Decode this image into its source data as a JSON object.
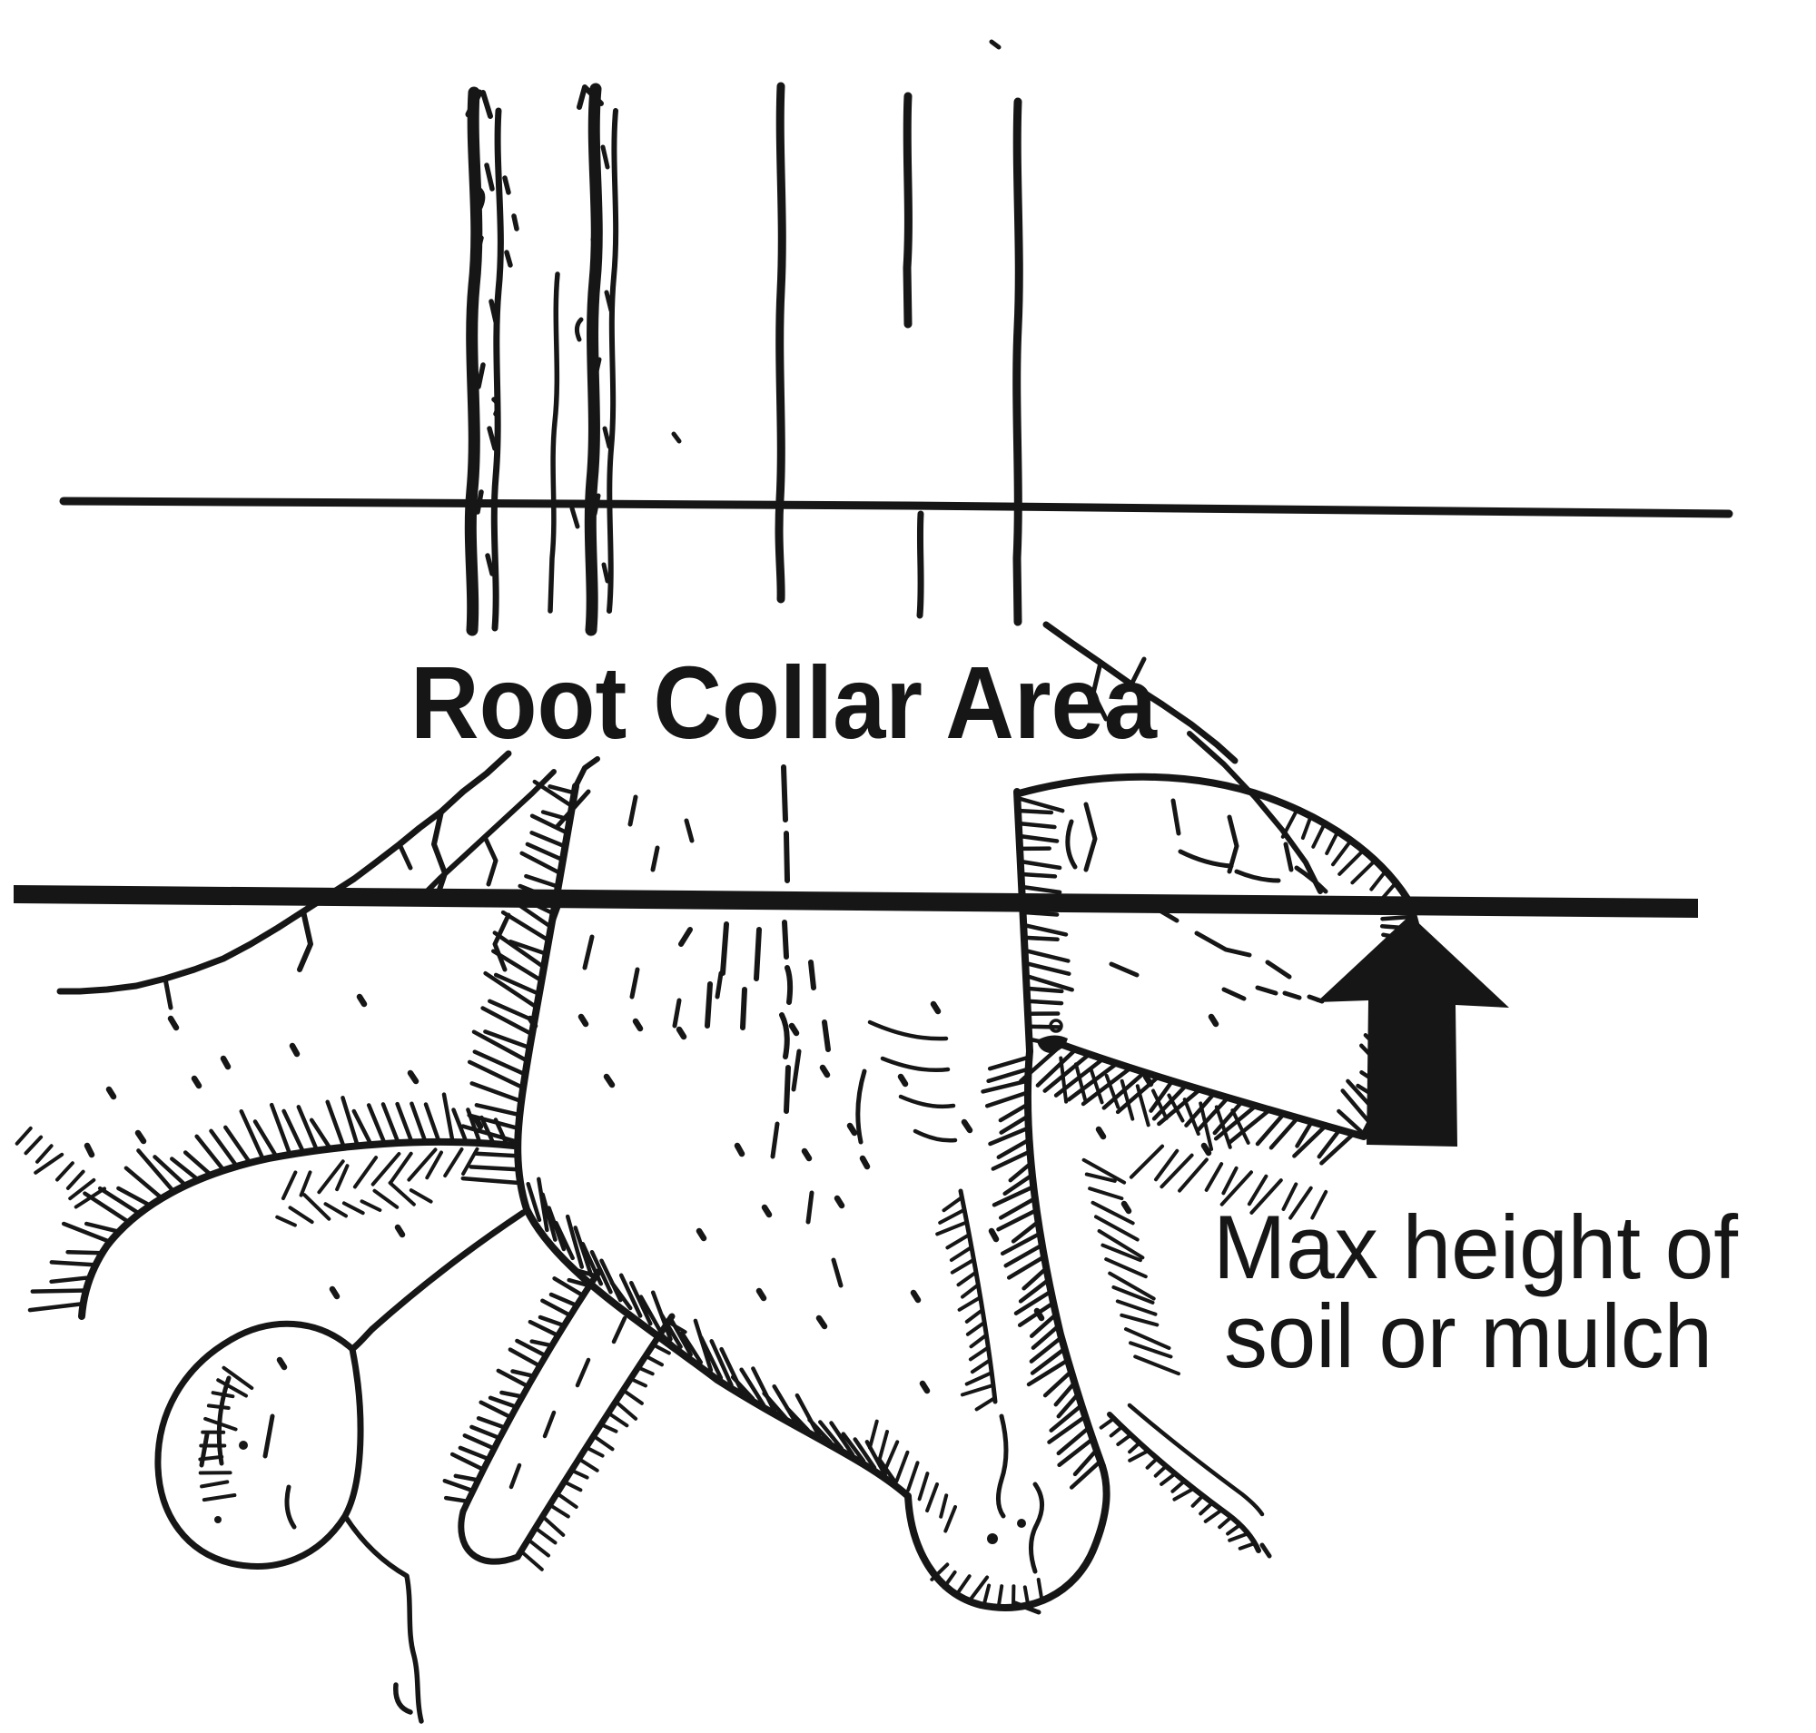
{
  "diagram": {
    "title": "Root Collar Area",
    "annotation": {
      "line1": "Max height of",
      "line2": "soil or mulch"
    },
    "icons": {
      "arrow": "up-arrow"
    },
    "colors": {
      "ink": "#161616",
      "background": "#ffffff"
    }
  }
}
